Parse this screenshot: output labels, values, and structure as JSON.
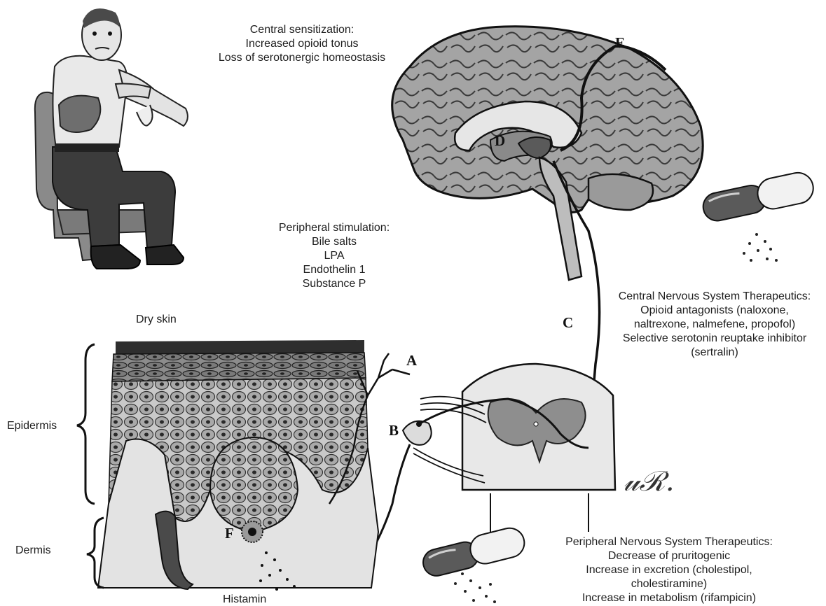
{
  "central_sensitization": {
    "lines": [
      "Central sensitization:",
      "Increased opioid tonus",
      "Loss of serotonergic homeostasis"
    ]
  },
  "peripheral_stimulation": {
    "lines": [
      "Peripheral stimulation:",
      "Bile salts",
      "LPA",
      "Endothelin 1",
      "Substance P"
    ]
  },
  "cns_therapeutics": {
    "lines": [
      "Central Nervous System Therapeutics:",
      "Opioid antagonists (naloxone,",
      "naltrexone, nalmefene, propofol)",
      "Selective serotonin reuptake inhibitor",
      "(sertralin)"
    ]
  },
  "pns_therapeutics": {
    "lines": [
      "Peripheral Nervous System Therapeutics:",
      "Decrease of pruritogenic",
      "Increase in excretion (cholestipol,",
      "cholestiramine)",
      "Increase in metabolism (rifampicin)"
    ]
  },
  "labels": {
    "dry_skin": "Dry skin",
    "epidermis": "Epidermis",
    "dermis": "Dermis",
    "histamin": "Histamin"
  },
  "letters": {
    "a": "A",
    "b": "B",
    "c": "C",
    "d": "D",
    "e": "E",
    "f": "F"
  },
  "signature": "𝓊ℛ.",
  "colors": {
    "outline": "#111111",
    "gray_fill": "#9a9a9a",
    "light_fill": "#dcdcdc",
    "dark_fill": "#5a5a5a"
  }
}
